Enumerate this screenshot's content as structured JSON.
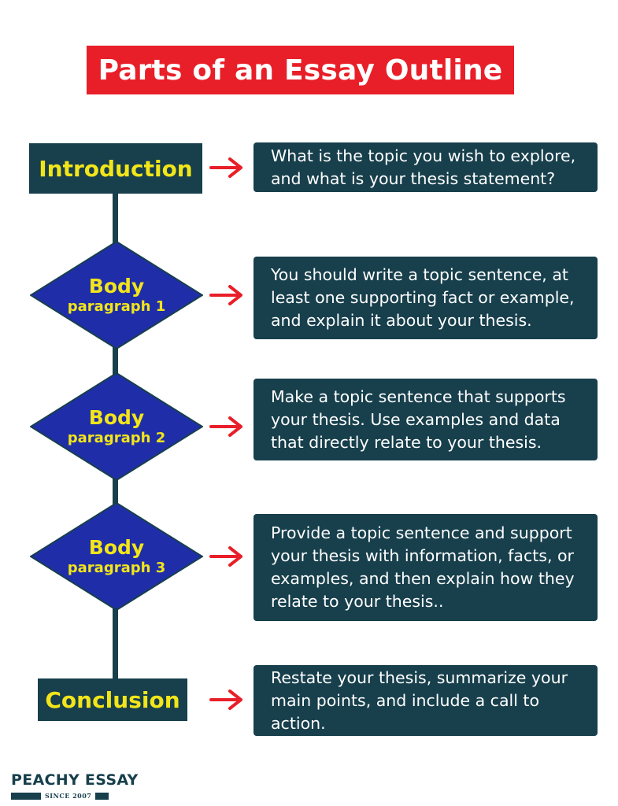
{
  "title": "Parts of an Essay Outline",
  "colors": {
    "title_bg": "#e81f28",
    "node_bg": "#173f4c",
    "diamond_fill": "#1f2ea8",
    "node_text": "#f2e51a",
    "arrow": "#e81f28",
    "desc_text": "#ffffff"
  },
  "steps": [
    {
      "node": "Introduction",
      "shape": "rectangle",
      "text": "What is the topic you wish to explore, and what is your thesis statement?"
    },
    {
      "node": "Body",
      "node_sub": "paragraph 1",
      "shape": "diamond",
      "text": "You should write a topic sentence, at least one supporting fact or example, and explain it about your thesis."
    },
    {
      "node": "Body",
      "node_sub": "paragraph 2",
      "shape": "diamond",
      "text": "Make a topic sentence that supports your thesis. Use examples and data that directly relate to your thesis."
    },
    {
      "node": "Body",
      "node_sub": "paragraph 3",
      "shape": "diamond",
      "text": "Provide a topic sentence and support your thesis with information, facts, or examples, and then explain how they relate to your thesis.."
    },
    {
      "node": "Conclusion",
      "shape": "rectangle",
      "text": "Restate your thesis, summarize your main points, and include a call to action."
    }
  ],
  "logo": {
    "name": "PEACHY ESSAY",
    "since": "SINCE 2007"
  }
}
